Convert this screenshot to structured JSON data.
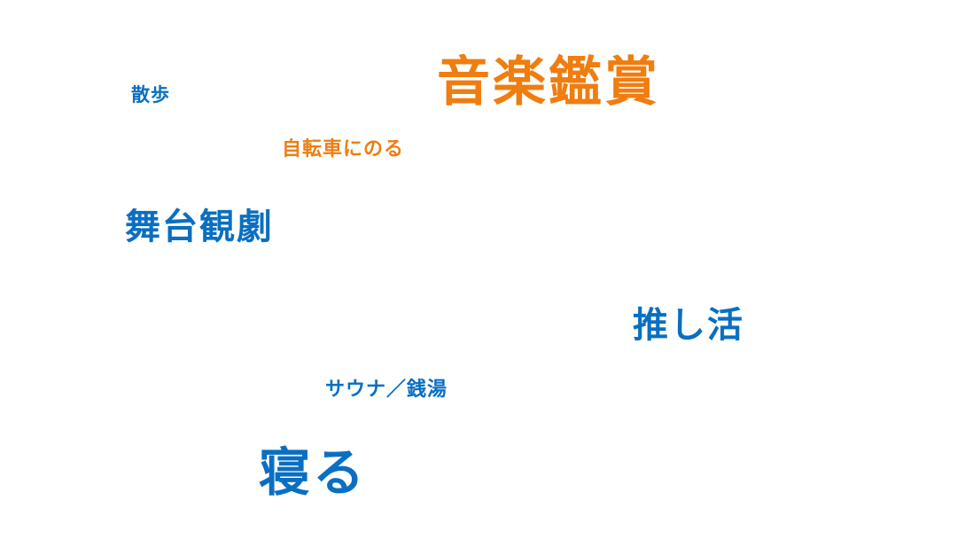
{
  "colors": {
    "blue": "#0a6fc2",
    "orange": "#f07d0f"
  },
  "word_cloud": {
    "words": [
      {
        "text": "散歩",
        "color": "blue"
      },
      {
        "text": "音楽鑑賞",
        "color": "orange"
      },
      {
        "text": "自転車にのる",
        "color": "orange"
      },
      {
        "text": "舞台観劇",
        "color": "blue"
      },
      {
        "text": "推し活",
        "color": "blue"
      },
      {
        "text": "サウナ／銭湯",
        "color": "blue"
      },
      {
        "text": "寝る",
        "color": "blue"
      }
    ]
  }
}
